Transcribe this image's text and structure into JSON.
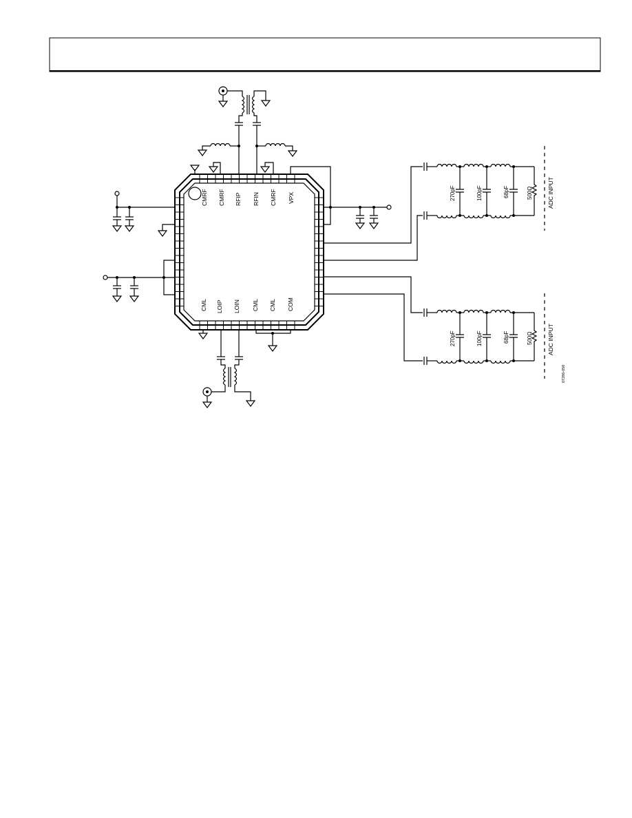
{
  "pins_top": [
    "CMRF",
    "CMRF",
    "RFIP",
    "RFIN",
    "CMRF",
    "VPX"
  ],
  "pins_bottom": [
    "CML",
    "LOIP",
    "LOIN",
    "CML",
    "CML",
    "COM"
  ],
  "filter_caps": [
    "270pF",
    "100pF",
    "68pF"
  ],
  "load_resistor": "500Ω",
  "adc_label": "ADC INPUT",
  "figure_id": "07286-050"
}
